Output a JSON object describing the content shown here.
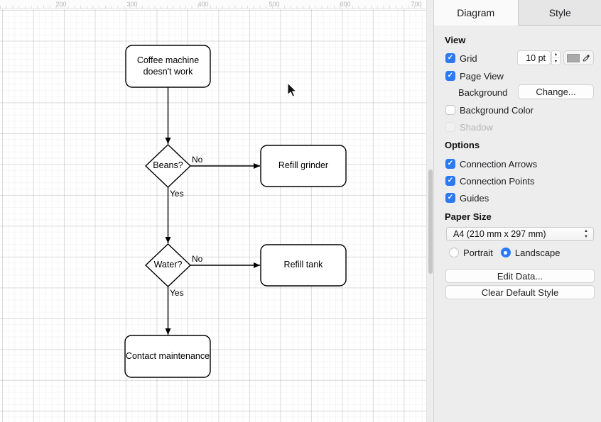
{
  "panel": {
    "tabs": [
      {
        "label": "Diagram",
        "active": true
      },
      {
        "label": "Style",
        "active": false
      }
    ],
    "view": {
      "header": "View",
      "grid": {
        "label": "Grid",
        "checked": true,
        "size_value": "10 pt"
      },
      "page_view": {
        "label": "Page View",
        "checked": true
      },
      "background": {
        "label": "Background",
        "change_button": "Change..."
      },
      "background_color": {
        "label": "Background Color",
        "checked": false
      },
      "shadow": {
        "label": "Shadow",
        "checked": false,
        "disabled": true
      }
    },
    "options": {
      "header": "Options",
      "connection_arrows": {
        "label": "Connection Arrows",
        "checked": true
      },
      "connection_points": {
        "label": "Connection Points",
        "checked": true
      },
      "guides": {
        "label": "Guides",
        "checked": true
      }
    },
    "paper_size": {
      "header": "Paper Size",
      "selected_option": "A4 (210 mm x 297 mm)",
      "portrait_label": "Portrait",
      "landscape_label": "Landscape",
      "landscape_selected": true
    },
    "actions": {
      "edit_data": "Edit Data...",
      "clear_default_style": "Clear Default Style"
    }
  },
  "canvas": {
    "ruler_ticks": [
      "200",
      "300",
      "400",
      "500",
      "600",
      "700"
    ],
    "nodes": {
      "start": "Coffee machine doesn't work",
      "beans_decision": "Beans?",
      "refill_grinder": "Refill grinder",
      "water_decision": "Water?",
      "refill_tank": "Refill tank",
      "contact_maintenance": "Contact maintenance"
    },
    "edge_labels": {
      "beans_no": "No",
      "beans_yes": "Yes",
      "water_no": "No",
      "water_yes": "Yes"
    }
  },
  "icons": {
    "check": "✓",
    "stepper_up": "▲",
    "stepper_down": "▼",
    "select_up": "▲",
    "select_down": "▼"
  },
  "colors": {
    "accent_blue": "#2b7af3",
    "grid_color_swatch": "#a9a9a9",
    "diagram_stroke": "#000000"
  }
}
